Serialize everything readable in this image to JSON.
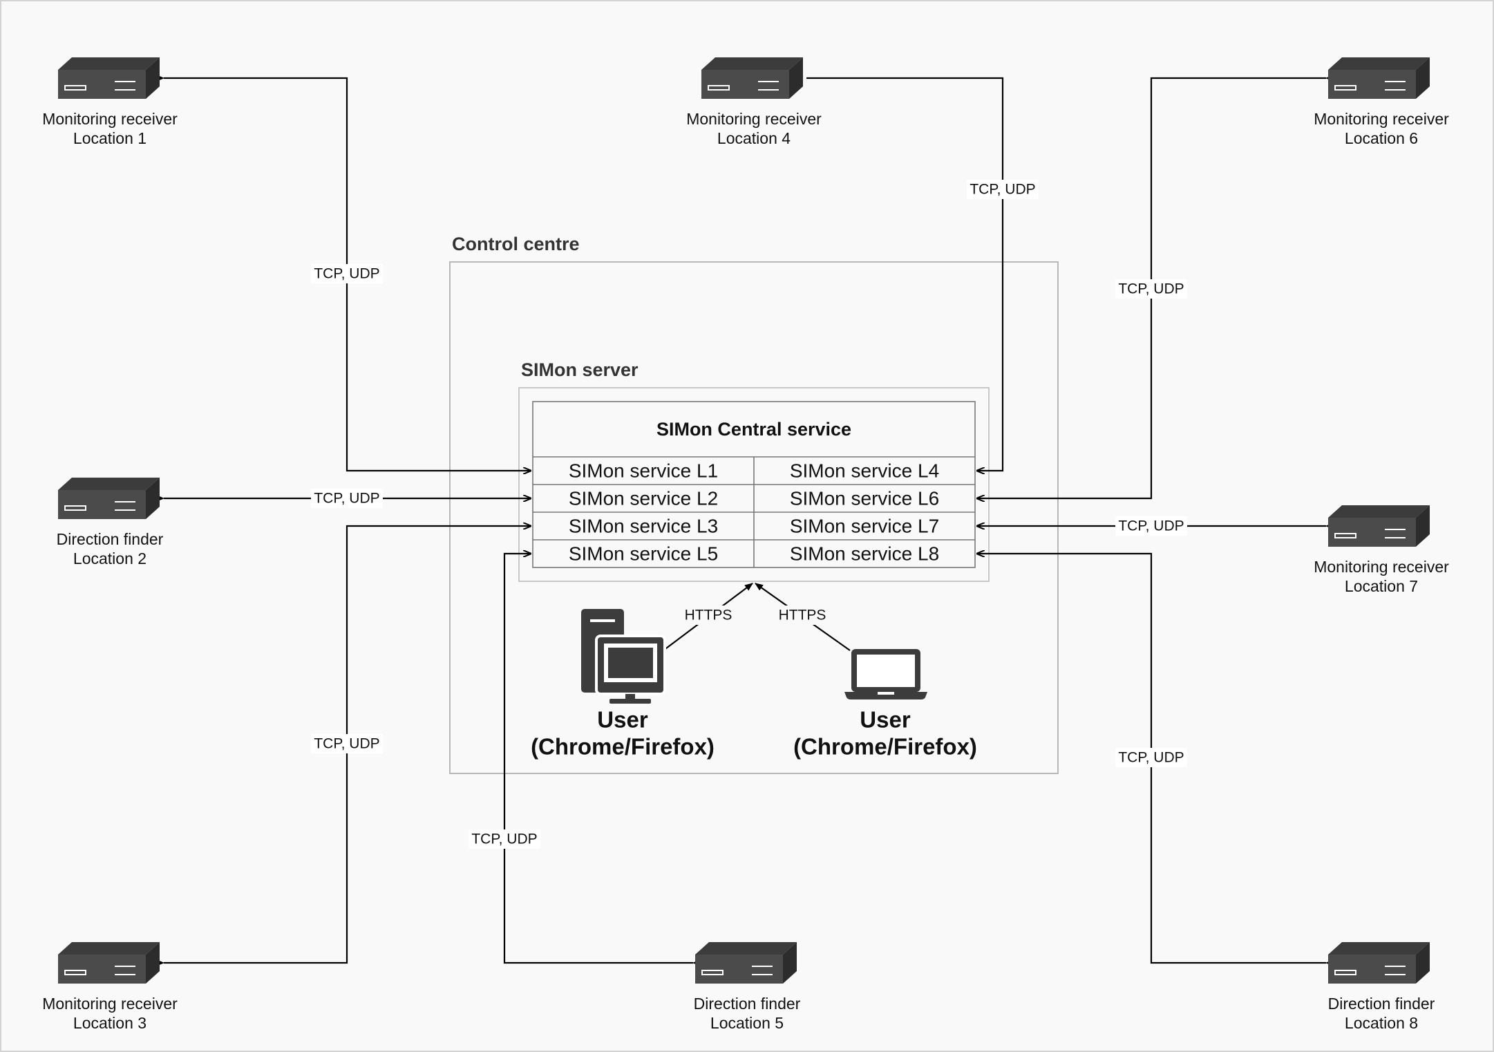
{
  "control_centre": {
    "title": "Control centre"
  },
  "simon_server": {
    "title": "SIMon server",
    "central_service": "SIMon Central service",
    "services": {
      "l1": "SIMon service L1",
      "l2": "SIMon service L2",
      "l3": "SIMon service L3",
      "l5": "SIMon service L5",
      "l4": "SIMon service L4",
      "l6": "SIMon service L6",
      "l7": "SIMon service L7",
      "l8": "SIMon service L8"
    }
  },
  "devices": {
    "loc1": {
      "type": "Monitoring receiver",
      "location": "Location 1"
    },
    "loc2": {
      "type": "Direction finder",
      "location": "Location 2"
    },
    "loc3": {
      "type": "Monitoring receiver",
      "location": "Location 3"
    },
    "loc4": {
      "type": "Monitoring receiver",
      "location": "Location 4"
    },
    "loc5": {
      "type": "Direction finder",
      "location": "Location 5"
    },
    "loc6": {
      "type": "Monitoring receiver",
      "location": "Location 6"
    },
    "loc7": {
      "type": "Monitoring receiver",
      "location": "Location 7"
    },
    "loc8": {
      "type": "Direction finder",
      "location": "Location 8"
    }
  },
  "protocols": {
    "tcp_udp": "TCP, UDP",
    "https": "HTTPS"
  },
  "users": {
    "desktop": {
      "line1": "User",
      "line2": "(Chrome/Firefox)"
    },
    "laptop": {
      "line1": "User",
      "line2": "(Chrome/Firefox)"
    }
  },
  "icons": {
    "device": "rack-device-icon",
    "desktop": "desktop-computer-icon",
    "laptop": "laptop-icon"
  },
  "colors": {
    "device_top": "#3c3c3c",
    "device_front": "#4b4b4b",
    "container_fill": "#f9f9f9",
    "container_border": "#b8b8b8",
    "line": "#000000"
  }
}
